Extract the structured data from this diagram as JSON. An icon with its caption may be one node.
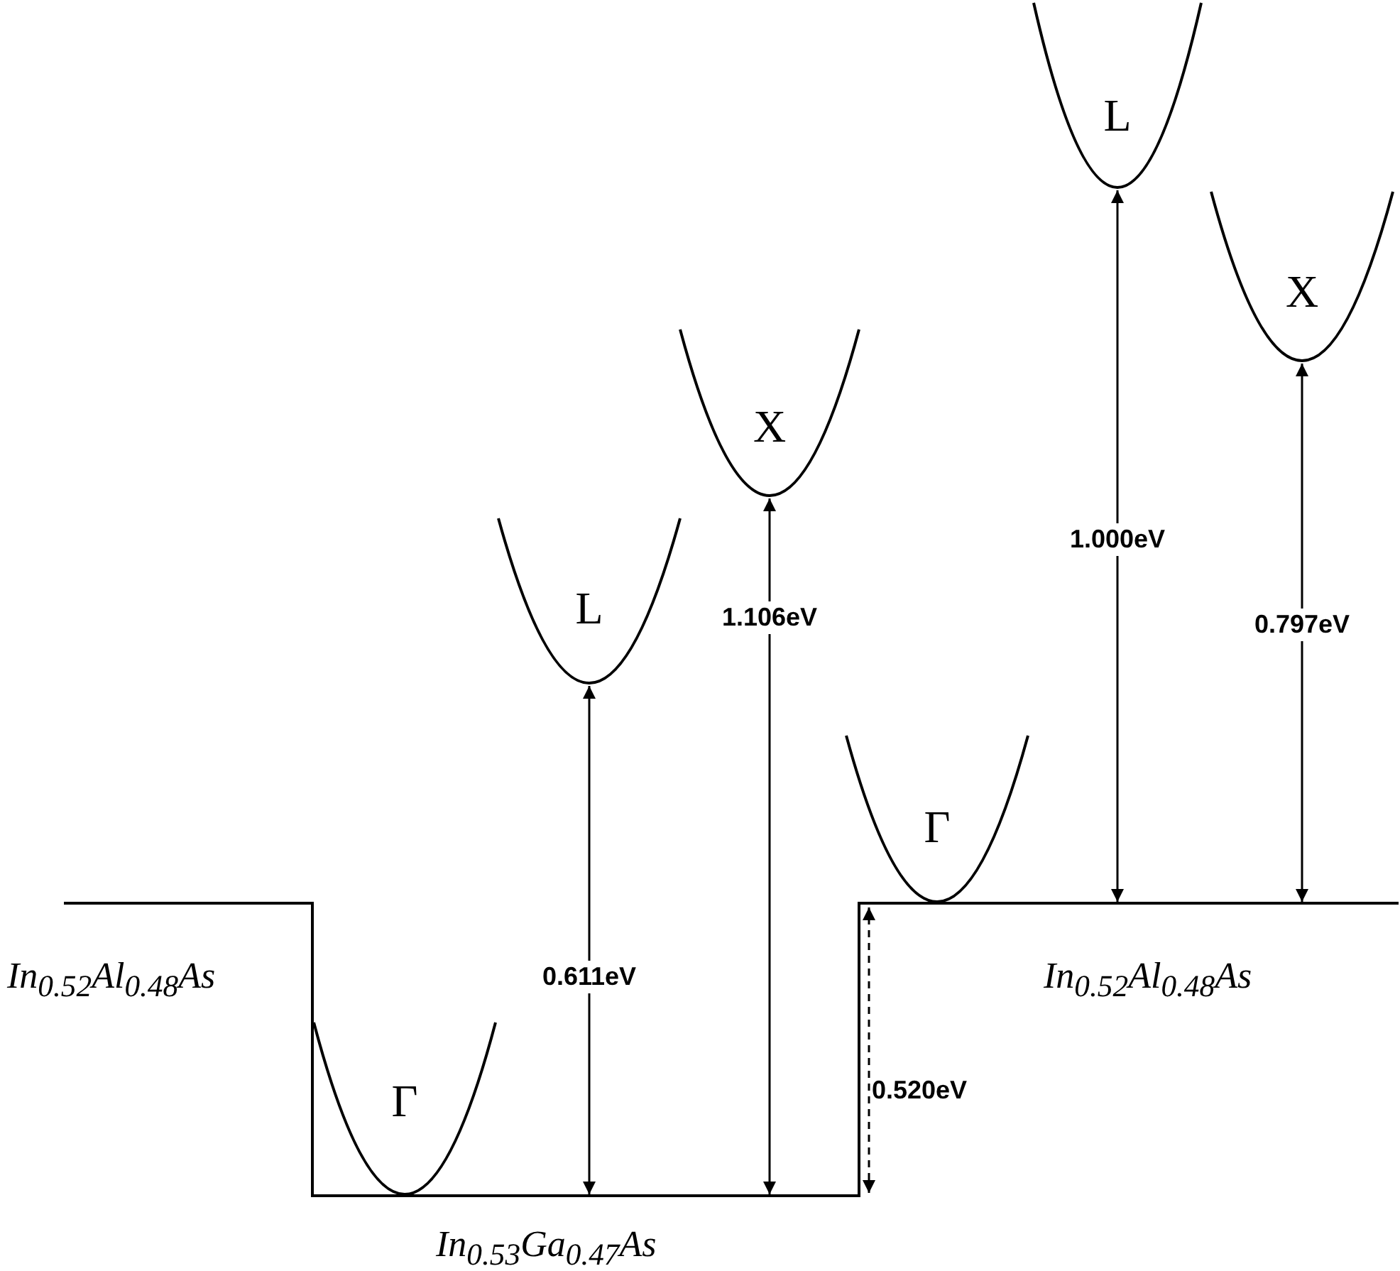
{
  "diagram": {
    "nodes": [
      {
        "text": [
          "L"
        ]
      },
      {
        "text": [
          "X"
        ]
      },
      {
        "text": [
          "X"
        ]
      },
      {
        "text": [
          "L"
        ]
      },
      {
        "text": [
          "Γ"
        ]
      },
      {
        "text": [
          "Γ"
        ]
      }
    ],
    "edges": [
      {
        "from": null,
        "to": 0,
        "arrow": "both",
        "label": "1.000eV"
      },
      {
        "from": null,
        "to": 1,
        "arrow": "both",
        "label": "0.797eV"
      },
      {
        "from": null,
        "to": 2,
        "arrow": "both",
        "label": "1.106eV"
      },
      {
        "from": null,
        "to": 3,
        "arrow": "both",
        "label": "0.611eV"
      }
    ],
    "labels": [
      "In$_{0.52}$Al$_{0.48}$As",
      "In$_{0.52}$Al$_{0.48}$As",
      "0.520eV",
      "In$_{0.53}$Ga$_{0.47}$As"
    ]
  }
}
